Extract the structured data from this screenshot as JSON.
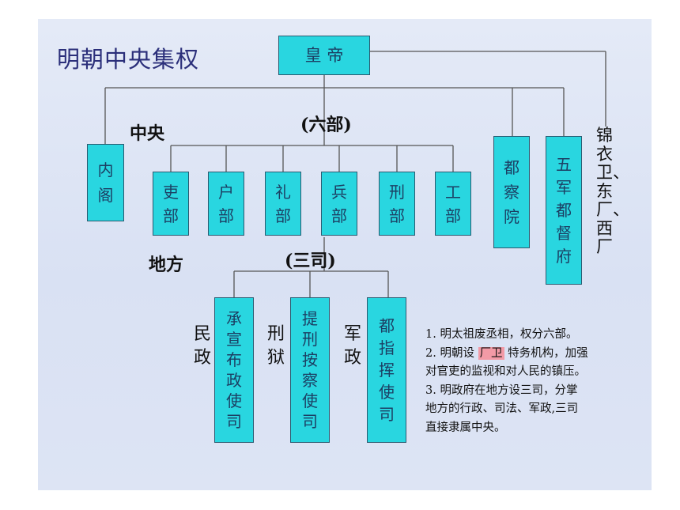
{
  "title": "明朝中央集权",
  "emperor": "皇 帝",
  "labels": {
    "central": "中央",
    "six_ministries": "(六部)",
    "local": "地方",
    "three_offices": "(三司)",
    "civil": "民政",
    "justice": "刑狱",
    "military": "军政"
  },
  "boxes": {
    "neige": "内阁",
    "libu_official": "吏部",
    "hubu": "户部",
    "libu_rites": "礼部",
    "bingbu": "兵部",
    "xingbu": "刑部",
    "gongbu": "工部",
    "duchayuan": "都察院",
    "wujun": "五军都督府",
    "chengxuan": "承宣布政使司",
    "tixing": "提刑按察使司",
    "duzhihui": "都指挥使司"
  },
  "secret_police": "锦衣卫、东厂、西厂",
  "notes": {
    "n1": "1. 明太祖废丞相，权分六部。",
    "n2_pre": "2. 明朝设",
    "n2_hl": "厂卫",
    "n2_post": "特务机构，加强",
    "n2_line2": "对官吏的监视和对人民的镇压。",
    "n3_line1": "3. 明政府在地方设三司，分掌",
    "n3_line2": "地方的行政、司法、军政,三司",
    "n3_line3": "直接隶属中央。"
  },
  "colors": {
    "box_fill": "#29d6e0",
    "box_text": "#1c3f63",
    "highlight": "#f29aa6"
  }
}
